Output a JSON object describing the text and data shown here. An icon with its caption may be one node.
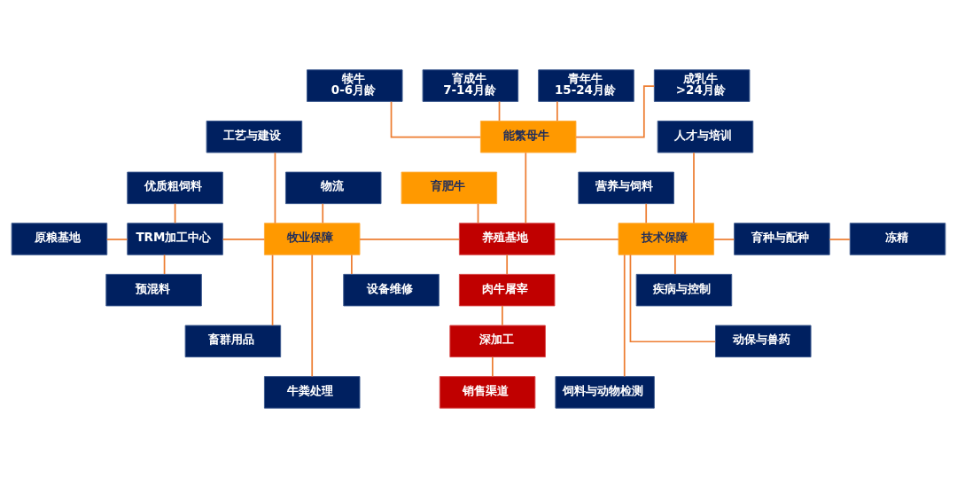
{
  "diagram": {
    "nodes": [
      {
        "text": [
          "犊牛",
          "0-6月龄"
        ]
      },
      {
        "text": [
          "育成牛",
          "7-14月龄"
        ]
      },
      {
        "text": [
          "青年牛",
          "15-24月龄"
        ]
      },
      {
        "text": [
          "成乳牛",
          ">24月龄"
        ]
      },
      {
        "text": [
          "工艺与建设"
        ]
      },
      {
        "text": [
          "能繁母牛"
        ]
      },
      {
        "text": [
          "育肥牛"
        ]
      },
      {
        "text": [
          "人才与培训"
        ]
      },
      {
        "text": [
          "优质粗饲料"
        ]
      },
      {
        "text": [
          "物流"
        ]
      },
      {
        "text": [
          "营养与饲料"
        ]
      },
      {
        "text": [
          "原粮基地"
        ]
      },
      {
        "text": [
          "TRM加工中心"
        ]
      },
      {
        "text": [
          "牧业保障"
        ]
      },
      {
        "text": [
          "养殖基地"
        ]
      },
      {
        "text": [
          "技术保障"
        ]
      },
      {
        "text": [
          "育种与配种"
        ]
      },
      {
        "text": [
          "冻精"
        ]
      },
      {
        "text": [
          "预混料"
        ]
      },
      {
        "text": [
          "设备维修"
        ]
      },
      {
        "text": [
          "肉牛屠宰"
        ]
      },
      {
        "text": [
          "疾病与控制"
        ]
      },
      {
        "text": [
          "畜群用品"
        ]
      },
      {
        "text": [
          "深加工"
        ]
      },
      {
        "text": [
          "动保与兽药"
        ]
      },
      {
        "text": [
          "牛粪处理"
        ]
      },
      {
        "text": [
          "销售渠道"
        ]
      },
      {
        "text": [
          "饲料与动物检测"
        ]
      }
    ],
    "edges": [
      {
        "from": 0,
        "to": 5,
        "arrow": "none"
      },
      {
        "from": 1,
        "to": 5,
        "arrow": "none"
      },
      {
        "from": 2,
        "to": 5,
        "arrow": "none"
      },
      {
        "from": 3,
        "to": 5,
        "arrow": "none"
      },
      {
        "from": 5,
        "to": 14,
        "arrow": "none"
      },
      {
        "from": 6,
        "to": 14,
        "arrow": "none"
      },
      {
        "from": 4,
        "to": 13,
        "arrow": "none"
      },
      {
        "from": 9,
        "to": 13,
        "arrow": "none"
      },
      {
        "from": 12,
        "to": 13,
        "arrow": "none"
      },
      {
        "from": 13,
        "to": 19,
        "arrow": "none"
      },
      {
        "from": 13,
        "to": 22,
        "arrow": "none"
      },
      {
        "from": 13,
        "to": 25,
        "arrow": "none"
      },
      {
        "from": 8,
        "to": 12,
        "arrow": "none"
      },
      {
        "from": 11,
        "to": 12,
        "arrow": "none"
      },
      {
        "from": 12,
        "to": 18,
        "arrow": "none"
      },
      {
        "from": 13,
        "to": 14,
        "arrow": "none"
      },
      {
        "from": 14,
        "to": 15,
        "arrow": "none"
      },
      {
        "from": 7,
        "to": 15,
        "arrow": "none"
      },
      {
        "from": 10,
        "to": 15,
        "arrow": "none"
      },
      {
        "from": 15,
        "to": 16,
        "arrow": "none"
      },
      {
        "from": 15,
        "to": 21,
        "arrow": "none"
      },
      {
        "from": 15,
        "to": 24,
        "arrow": "none"
      },
      {
        "from": 15,
        "to": 27,
        "arrow": "none"
      },
      {
        "from": 16,
        "to": 17,
        "arrow": "none"
      },
      {
        "from": 14,
        "to": 20,
        "arrow": "none"
      },
      {
        "from": 20,
        "to": 23,
        "arrow": "none"
      },
      {
        "from": 23,
        "to": 26,
        "arrow": "none"
      }
    ]
  }
}
